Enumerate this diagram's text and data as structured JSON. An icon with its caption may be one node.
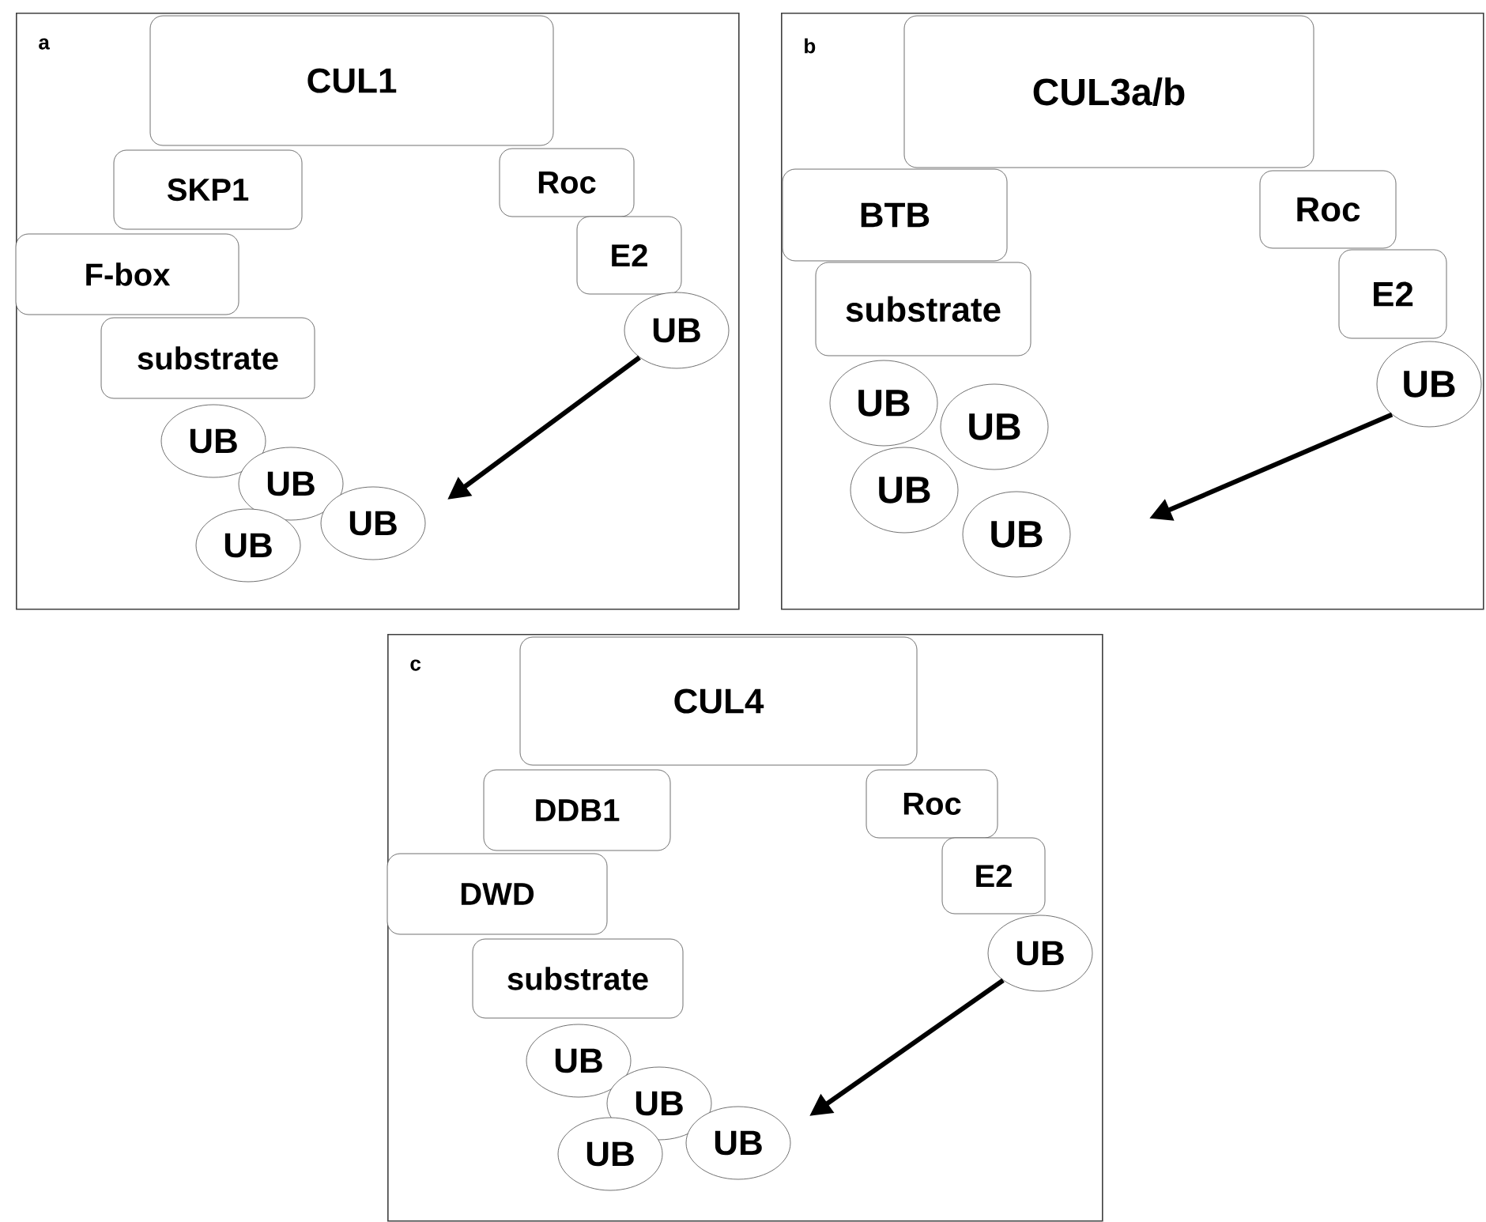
{
  "diagram": {
    "nodes": [
      {
        "text": [
          "a"
        ]
      },
      {
        "text": [
          "CUL1"
        ],
        "in": 0
      },
      {
        "text": [
          "SKP1"
        ],
        "in": 0
      },
      {
        "text": [
          "F-box"
        ],
        "in": 0
      },
      {
        "text": [
          "substrate"
        ],
        "in": 0
      },
      {
        "text": [
          "Roc"
        ],
        "in": 0
      },
      {
        "text": [
          "E2"
        ],
        "in": 0
      },
      {
        "text": [
          "UB"
        ],
        "in": 0
      },
      {
        "text": [
          "UB"
        ],
        "in": 0
      },
      {
        "text": [
          "UB"
        ],
        "in": 0
      },
      {
        "text": [
          "UB"
        ],
        "in": 0
      },
      {
        "text": [
          "UB"
        ],
        "in": 0
      },
      {
        "text": [
          "b"
        ]
      },
      {
        "text": [
          "CUL3a/b"
        ],
        "in": 12
      },
      {
        "text": [
          "BTB"
        ],
        "in": 12
      },
      {
        "text": [
          "substrate"
        ],
        "in": 12
      },
      {
        "text": [
          "Roc"
        ],
        "in": 12
      },
      {
        "text": [
          "E2"
        ],
        "in": 12
      },
      {
        "text": [
          "UB"
        ],
        "in": 12
      },
      {
        "text": [
          "UB"
        ],
        "in": 12
      },
      {
        "text": [
          "UB"
        ],
        "in": 12
      },
      {
        "text": [
          "UB"
        ],
        "in": 12
      },
      {
        "text": [
          "UB"
        ],
        "in": 12
      },
      {
        "text": [
          "c"
        ]
      },
      {
        "text": [
          "CUL4"
        ],
        "in": 23
      },
      {
        "text": [
          "DDB1"
        ],
        "in": 23
      },
      {
        "text": [
          "DWD"
        ],
        "in": 23
      },
      {
        "text": [
          "substrate"
        ],
        "in": 23
      },
      {
        "text": [
          "Roc"
        ],
        "in": 23
      },
      {
        "text": [
          "E2"
        ],
        "in": 23
      },
      {
        "text": [
          "UB"
        ],
        "in": 23
      },
      {
        "text": [
          "UB"
        ],
        "in": 23
      },
      {
        "text": [
          "UB"
        ],
        "in": 23
      },
      {
        "text": [
          "UB"
        ],
        "in": 23
      },
      {
        "text": [
          "UB"
        ],
        "in": 23
      }
    ],
    "edges": [
      {
        "from": 7,
        "to": null,
        "arrow": "to"
      },
      {
        "from": 18,
        "to": null,
        "arrow": "to"
      },
      {
        "from": 30,
        "to": null,
        "arrow": "to"
      }
    ]
  }
}
